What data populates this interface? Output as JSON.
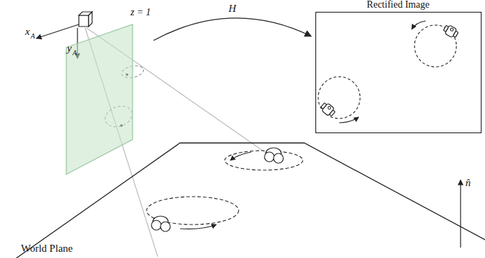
{
  "diagram": {
    "nodes": [
      {
        "text": [
          "z = 1"
        ]
      },
      {
        "text": [
          "Rectified Image"
        ]
      },
      {
        "text": [
          "World Plane"
        ]
      }
    ],
    "edges": [
      {
        "from": 0,
        "to": 1,
        "label": "H",
        "arrow": "to"
      }
    ],
    "labels": [
      "x",
      "A",
      "y",
      "A",
      "n̂"
    ]
  }
}
